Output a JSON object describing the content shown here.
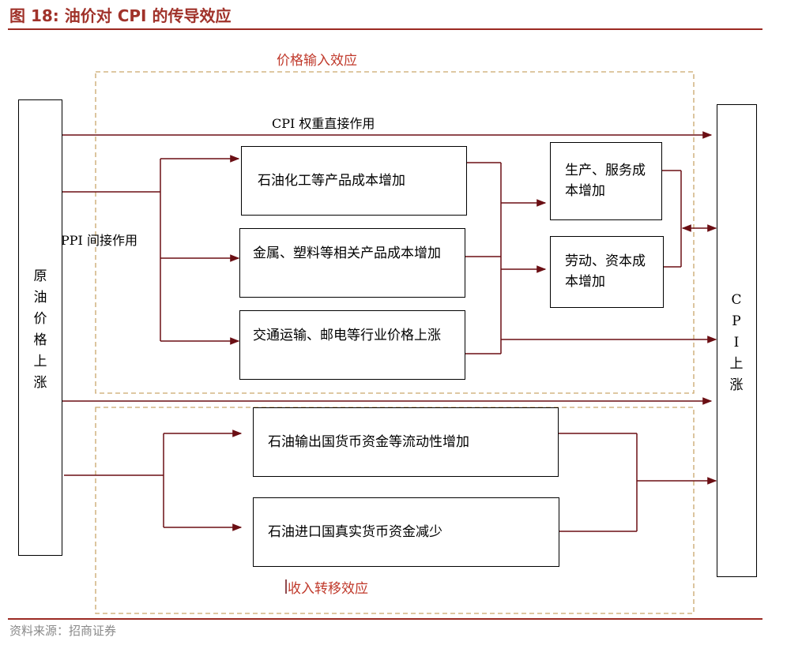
{
  "header": {
    "title": "图 18:  油价对 CPI 的传导效应"
  },
  "regions": {
    "price_input": "价格输入效应",
    "income_transfer": "收入转移效应"
  },
  "nodes": {
    "source": [
      "原",
      "油",
      "价",
      "格",
      "上",
      "涨"
    ],
    "target": [
      "C",
      "P",
      "I",
      "上",
      "涨"
    ],
    "petrochemical": "石油化工等产品成本增加",
    "metal_plastic": "金属、塑料等相关产品成本增加",
    "transport": "交通运输、邮电等行业价格上涨",
    "production_service": "生产、服务成本增加",
    "labor_capital": "劳动、资本成本增加",
    "oil_export": "石油输出国货币资金等流动性增加",
    "oil_import": "石油进口国真实货币资金减少"
  },
  "edges": {
    "cpi_direct": "CPI 权重直接作用",
    "ppi_indirect": "PPI 间接作用"
  },
  "footer": {
    "source": "资料来源：招商证券"
  },
  "colors": {
    "accent": "#9b2a22",
    "arrow": "#6b0f14",
    "dashed": "#c9a66b"
  }
}
